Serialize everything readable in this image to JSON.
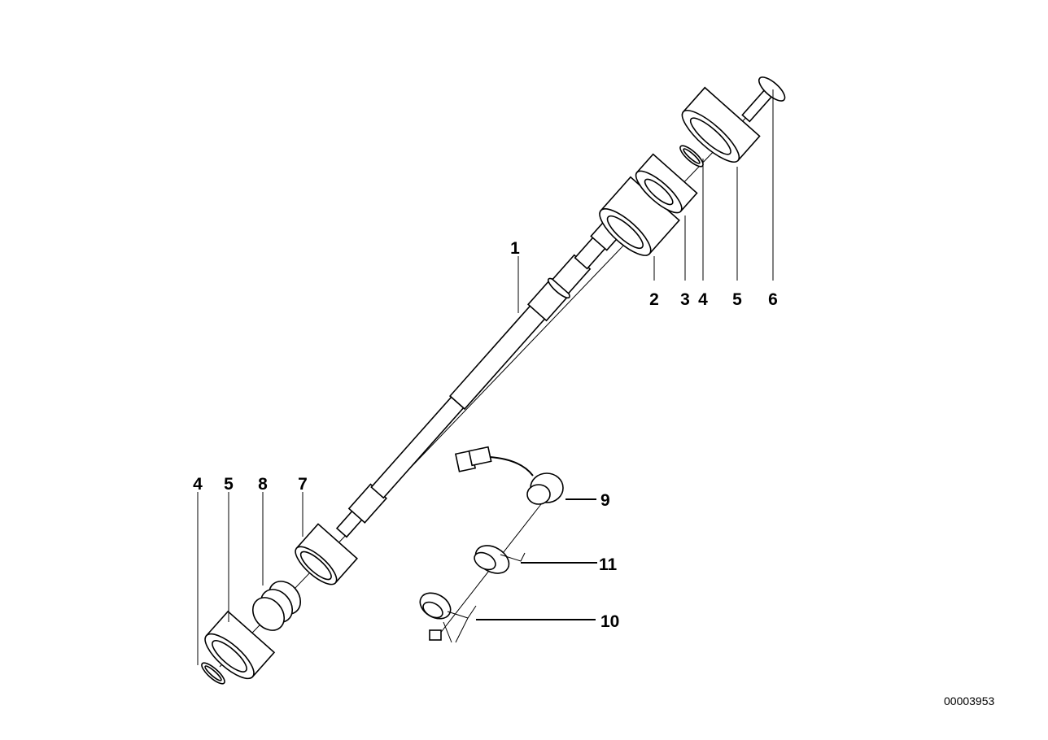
{
  "diagram": {
    "callouts": {
      "shaft": "1",
      "bearing_housing": "2",
      "ring_3": "3",
      "washer_top": "4",
      "bearing_top": "5",
      "bolt": "6",
      "washer_bottom": "4",
      "bearing_bottom": "5",
      "spring": "8",
      "bushing": "7",
      "sensor": "9",
      "ring_11": "11",
      "bracket": "10"
    },
    "document_number": "00003953"
  }
}
